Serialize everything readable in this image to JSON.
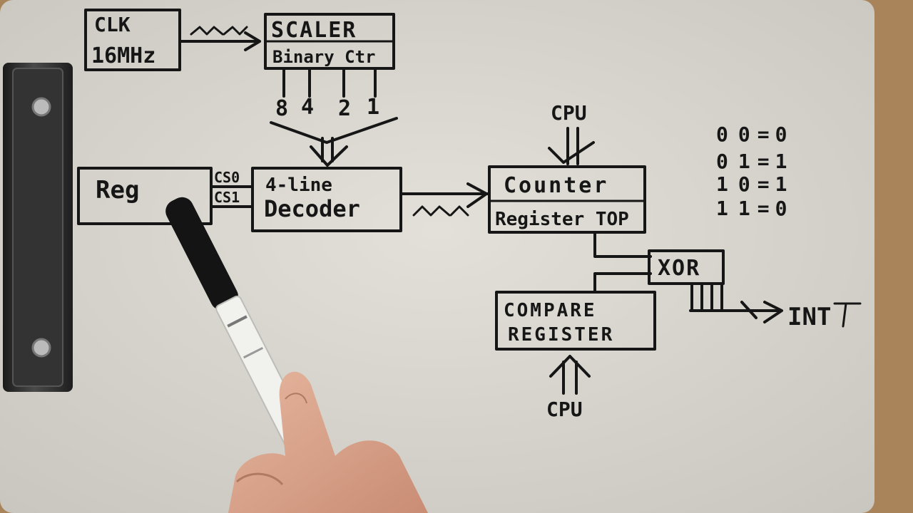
{
  "blocks": {
    "clock": {
      "line1": "CLK",
      "line2": "16MHz"
    },
    "scaler": {
      "line1": "SCALER",
      "line2": "Binary Ctr"
    },
    "taps": [
      "8",
      "4",
      "2",
      "1"
    ],
    "reg": "Reg",
    "cs_lines": [
      "CS0",
      "CS1"
    ],
    "decoder": {
      "line1": "4-line",
      "line2": "Decoder"
    },
    "counter": "Counter",
    "register_top": "Register TOP",
    "xor": "XOR",
    "compare": {
      "line1": "COMPARE",
      "line2": "REGISTER"
    },
    "cpu_top": "CPU",
    "cpu_bottom": "CPU",
    "int_label": "INT"
  },
  "xor_truth_table": [
    {
      "a": "0",
      "b": "0",
      "out": "0"
    },
    {
      "a": "0",
      "b": "1",
      "out": "1"
    },
    {
      "a": "1",
      "b": "0",
      "out": "1"
    },
    {
      "a": "1",
      "b": "1",
      "out": "0"
    }
  ],
  "colors": {
    "ink": "#161616",
    "board": "#d6d4cc",
    "wood": "#b08a5e",
    "clip": "#2a2a2a"
  }
}
